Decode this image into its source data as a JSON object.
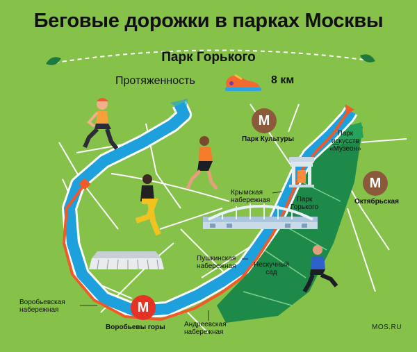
{
  "title": "Беговые дорожки в парках Москвы",
  "park": "Парк Горького",
  "length": {
    "label": "Протяженность",
    "value": "8 км"
  },
  "metro_symbol": "М",
  "stations": {
    "park_kultury": "Парк Культуры",
    "oktyabrskaya": "Октябрьская",
    "vorobyovy_gory": "Воробьевы горы"
  },
  "places": {
    "vorobyovskaya": [
      "Воробьевская",
      "набережная"
    ],
    "andreevskaya": [
      "Андреевская",
      "набережная"
    ],
    "pushkinskaya": [
      "Пушкинская",
      "набережная"
    ],
    "krymskaya": [
      "Крымская",
      "набережная"
    ],
    "park_gorkogo": [
      "Парк",
      "Горького"
    ],
    "neskuchny": [
      "Нескучный",
      "сад"
    ],
    "muzeon": [
      "Парк",
      "искусств",
      "«Музеон»"
    ]
  },
  "source": "MOS.RU",
  "colors": {
    "background": "#86c24a",
    "park": "#1e8a4a",
    "river": "#1da0db",
    "route": "#f05a28",
    "metro_brown": "#8a5a3a",
    "metro_red": "#e53224"
  },
  "icons": [
    "sneaker-icon",
    "runner-woman-top-icon",
    "runner-woman-orange-icon",
    "runner-man-yellow-icon",
    "runner-man-blue-icon",
    "stadium-icon",
    "park-gate-icon",
    "crimean-bridge-icon"
  ]
}
